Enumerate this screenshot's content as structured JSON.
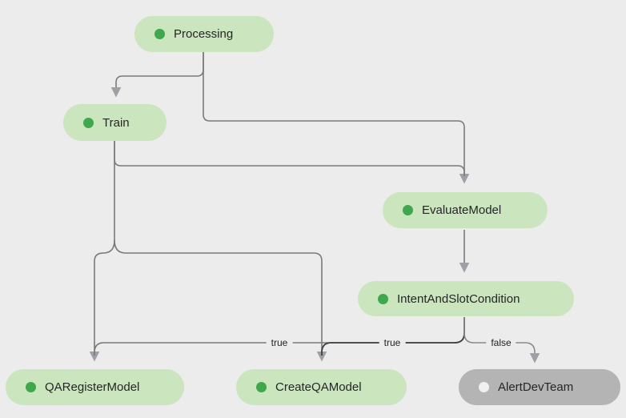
{
  "diagram": {
    "background_color": "#ececec",
    "edge_color": "#7a7a7a",
    "edge_dark_color": "#3f3f3f",
    "arrow_color": "#9fa0a6",
    "node_fill_green": "#cbe5bf",
    "node_fill_gray": "#b4b4b4",
    "dot_green": "#3fa74c",
    "dot_white": "#f0f0f0",
    "nodes": [
      {
        "id": "processing",
        "label": "Processing"
      },
      {
        "id": "train",
        "label": "Train"
      },
      {
        "id": "evaluate-model",
        "label": "EvaluateModel"
      },
      {
        "id": "intent-and-slot-condition",
        "label": "IntentAndSlotCondition"
      },
      {
        "id": "qa-register-model",
        "label": "QARegisterModel"
      },
      {
        "id": "create-qa-model",
        "label": "CreateQAModel"
      },
      {
        "id": "alert-dev-team",
        "label": "AlertDevTeam"
      }
    ],
    "edge_labels": [
      {
        "text": "true"
      },
      {
        "text": "true"
      },
      {
        "text": "false"
      }
    ]
  }
}
